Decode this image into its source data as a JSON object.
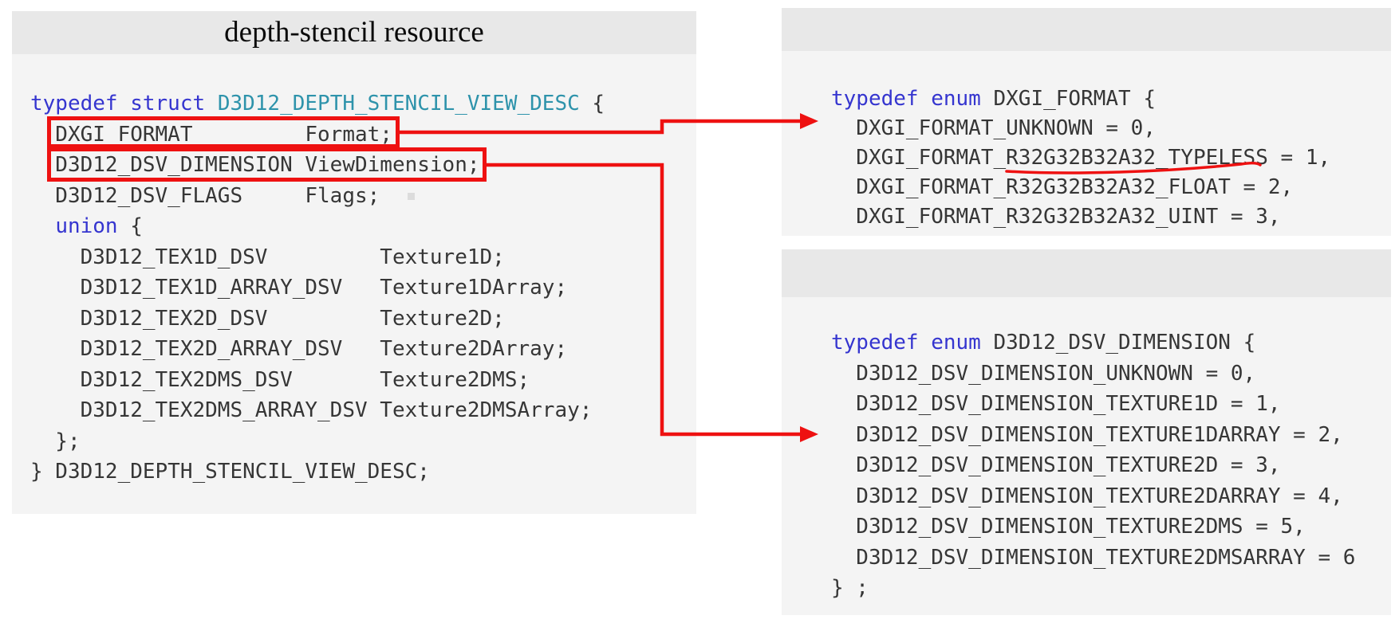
{
  "colors": {
    "accent_red": "#ee1111",
    "keyword_blue": "#3535cf",
    "type_teal": "#2e93ab",
    "code_text": "#363636",
    "panel_header_gray": "#e8e8e8",
    "panel_body_gray": "#f4f4f4"
  },
  "panels": {
    "left": {
      "title": "depth-stencil resource",
      "lines": [
        [
          {
            "t": "typedef struct ",
            "c": "kw"
          },
          {
            "t": "D3D12_DEPTH_STENCIL_VIEW_DESC ",
            "c": "ty"
          },
          {
            "t": "{",
            "c": "p"
          }
        ],
        [
          {
            "t": "  DXGI_FORMAT         Format;",
            "c": "p"
          }
        ],
        [
          {
            "t": "  D3D12_DSV_DIMENSION ViewDimension;",
            "c": "p"
          }
        ],
        [
          {
            "t": "  D3D12_DSV_FLAGS     Flags;",
            "c": "p"
          }
        ],
        [
          {
            "t": "  ",
            "c": "p"
          },
          {
            "t": "union ",
            "c": "kw"
          },
          {
            "t": "{",
            "c": "p"
          }
        ],
        [
          {
            "t": "    D3D12_TEX1D_DSV         Texture1D;",
            "c": "p"
          }
        ],
        [
          {
            "t": "    D3D12_TEX1D_ARRAY_DSV   Texture1DArray;",
            "c": "p"
          }
        ],
        [
          {
            "t": "    D3D12_TEX2D_DSV         Texture2D;",
            "c": "p"
          }
        ],
        [
          {
            "t": "    D3D12_TEX2D_ARRAY_DSV   Texture2DArray;",
            "c": "p"
          }
        ],
        [
          {
            "t": "    D3D12_TEX2DMS_DSV       Texture2DMS;",
            "c": "p"
          }
        ],
        [
          {
            "t": "    D3D12_TEX2DMS_ARRAY_DSV Texture2DMSArray;",
            "c": "p"
          }
        ],
        [
          {
            "t": "  };",
            "c": "p"
          }
        ],
        [
          {
            "t": "} D3D12_DEPTH_STENCIL_VIEW_DESC;",
            "c": "p"
          }
        ]
      ]
    },
    "dxgi_format": {
      "lines": [
        [
          {
            "t": "typedef enum ",
            "c": "kw"
          },
          {
            "t": "DXGI_FORMAT {",
            "c": "p"
          }
        ],
        [
          {
            "t": "  DXGI_FORMAT_UNKNOWN = 0,",
            "c": "p"
          }
        ],
        [
          {
            "t": "  DXGI_FORMAT_R32G32B32A32_TYPELESS = 1,",
            "c": "p"
          }
        ],
        [
          {
            "t": "  DXGI_FORMAT_R32G32B32A32_FLOAT = 2,",
            "c": "p"
          }
        ],
        [
          {
            "t": "  DXGI_FORMAT_R32G32B32A32_UINT = 3,",
            "c": "p"
          }
        ]
      ]
    },
    "dsv_dimension": {
      "lines": [
        [
          {
            "t": "typedef enum ",
            "c": "kw"
          },
          {
            "t": "D3D12_DSV_DIMENSION {",
            "c": "p"
          }
        ],
        [
          {
            "t": "  D3D12_DSV_DIMENSION_UNKNOWN = 0,",
            "c": "p"
          }
        ],
        [
          {
            "t": "  D3D12_DSV_DIMENSION_TEXTURE1D = 1,",
            "c": "p"
          }
        ],
        [
          {
            "t": "  D3D12_DSV_DIMENSION_TEXTURE1DARRAY = 2,",
            "c": "p"
          }
        ],
        [
          {
            "t": "  D3D12_DSV_DIMENSION_TEXTURE2D = 3,",
            "c": "p"
          }
        ],
        [
          {
            "t": "  D3D12_DSV_DIMENSION_TEXTURE2DARRAY = 4,",
            "c": "p"
          }
        ],
        [
          {
            "t": "  D3D12_DSV_DIMENSION_TEXTURE2DMS = 5,",
            "c": "p"
          }
        ],
        [
          {
            "t": "  D3D12_DSV_DIMENSION_TEXTURE2DMSARRAY = 6",
            "c": "p"
          }
        ],
        [
          {
            "t": "} ;",
            "c": "p"
          }
        ]
      ]
    }
  }
}
